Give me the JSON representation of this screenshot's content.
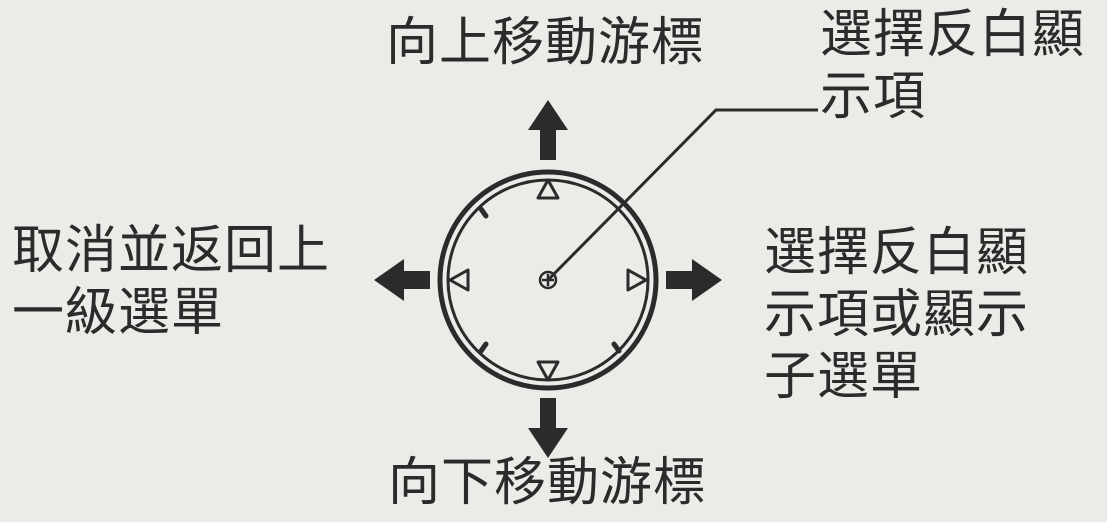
{
  "labels": {
    "up": [
      "向上移動游標"
    ],
    "down": [
      "向下移動游標"
    ],
    "center": [
      "選擇反白顯",
      "示項"
    ],
    "left": [
      "取消並返回上",
      "一級選單"
    ],
    "right": [
      "選擇反白顯",
      "示項或顯示",
      "子選單"
    ]
  },
  "colors": {
    "background": "#ecebe7",
    "ink": "#2b2b2b"
  },
  "icons": [
    "arrow-up-icon",
    "arrow-down-icon",
    "arrow-left-icon",
    "arrow-right-icon",
    "triangle-up-icon",
    "triangle-down-icon",
    "triangle-left-icon",
    "triangle-right-icon",
    "center-button-icon"
  ]
}
